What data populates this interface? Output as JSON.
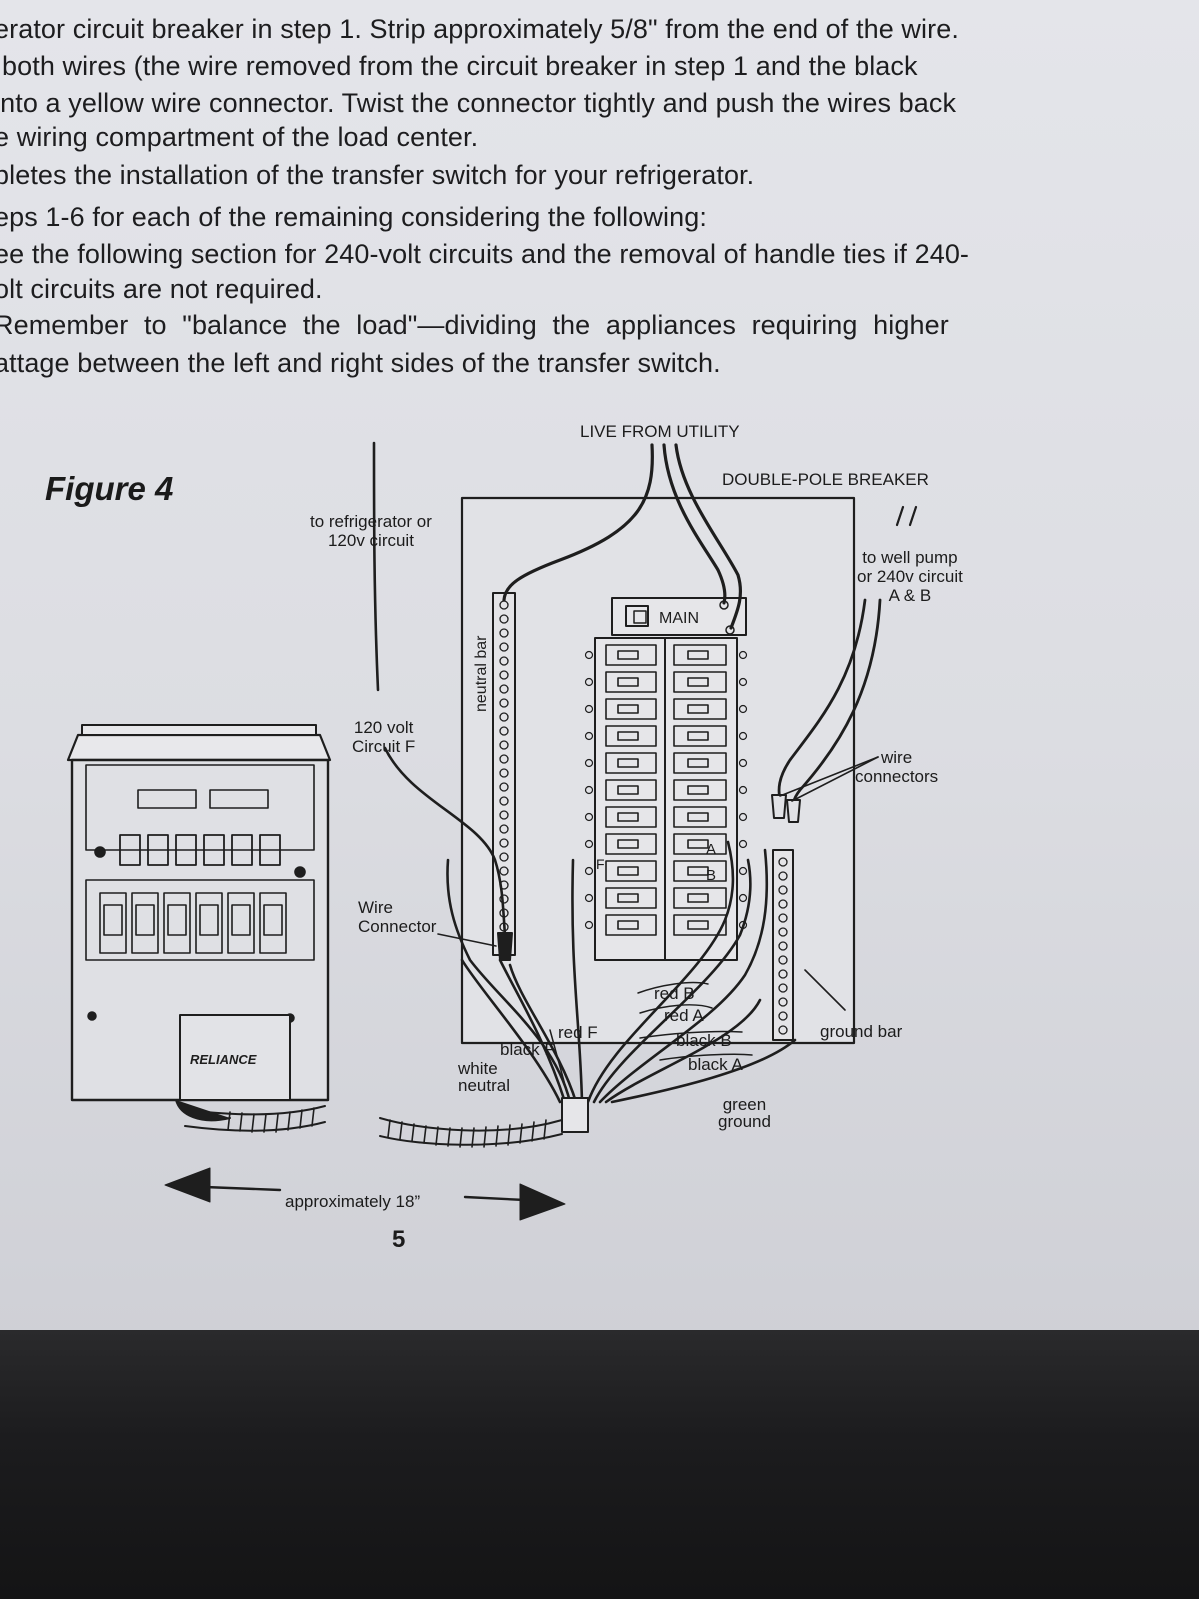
{
  "instructions": {
    "lines": [
      "erator circuit breaker in step 1. Strip approximately 5/8\" from the end of the wire.",
      " both wires (the wire removed from the circuit breaker in step 1 and the black",
      "into a yellow wire connector. Twist the connector tightly and push the wires back",
      "e wiring compartment of the load center.",
      "pletes the installation of the transfer switch for your refrigerator.",
      "eps 1-6 for each of the remaining considering the following:",
      "ee the following section for 240-volt circuits and the removal of handle ties if 240-",
      "olt circuits are not required.",
      "Remember to \"balance the load\"—dividing the appliances requiring higher",
      "attage between the left and right sides of the transfer switch."
    ]
  },
  "figure": {
    "title": "Figure 4",
    "labels": {
      "live_from_utility": "LIVE FROM UTILITY",
      "double_pole_breaker": "DOUBLE-POLE BREAKER",
      "to_refrigerator_l1": "to refrigerator or",
      "to_refrigerator_l2": "120v circuit",
      "to_well_pump_l1": "to well pump",
      "to_well_pump_l2": "or 240v circuit",
      "to_well_pump_l3": "A & B",
      "main": "MAIN",
      "neutral_bar": "neutral bar",
      "circuit_f_l1": "120 volt",
      "circuit_f_l2": "Circuit F",
      "wire_connectors_l1": "wire",
      "wire_connectors_l2": "connectors",
      "wire_connector_l1": "Wire",
      "wire_connector_l2": "Connector",
      "breaker_a": "A",
      "breaker_b": "B",
      "breaker_f": "F",
      "red_b": "red B",
      "red_a": "red A",
      "black_b": "black B",
      "black_a": "black A",
      "red_f": "red F",
      "black_f": "black F",
      "white_neutral_l1": "white",
      "white_neutral_l2": "neutral",
      "ground_bar": "ground bar",
      "green_ground_l1": "green",
      "green_ground_l2": "ground",
      "brand": "RELIANCE",
      "distance": "approximately 18”"
    }
  },
  "page_number": "5"
}
